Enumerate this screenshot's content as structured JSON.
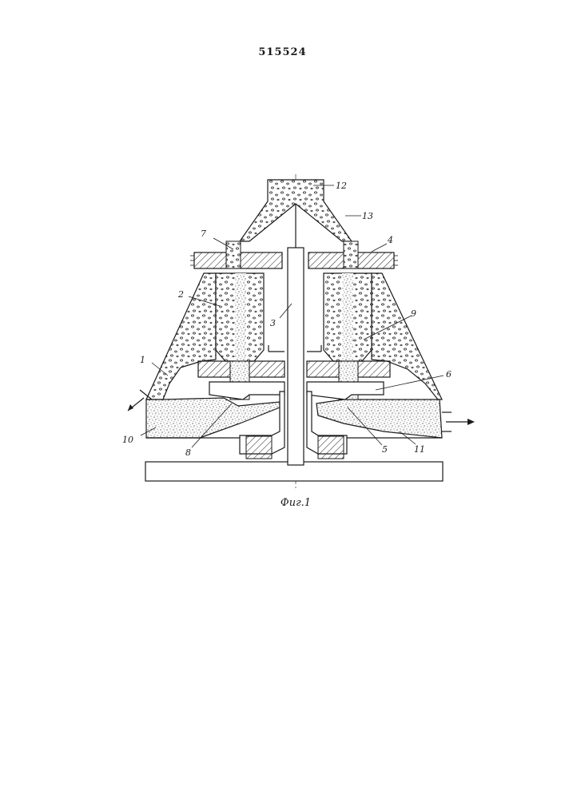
{
  "document": {
    "patent_number": "515524",
    "figure_caption": "Фиг.1"
  },
  "callouts": {
    "c1": "1",
    "c2": "2",
    "c3": "3",
    "c4": "4",
    "c5": "5",
    "c6": "6",
    "c7": "7",
    "c8": "8",
    "c9": "9",
    "c10": "10",
    "c11": "11",
    "c12": "12",
    "c13": "13"
  }
}
